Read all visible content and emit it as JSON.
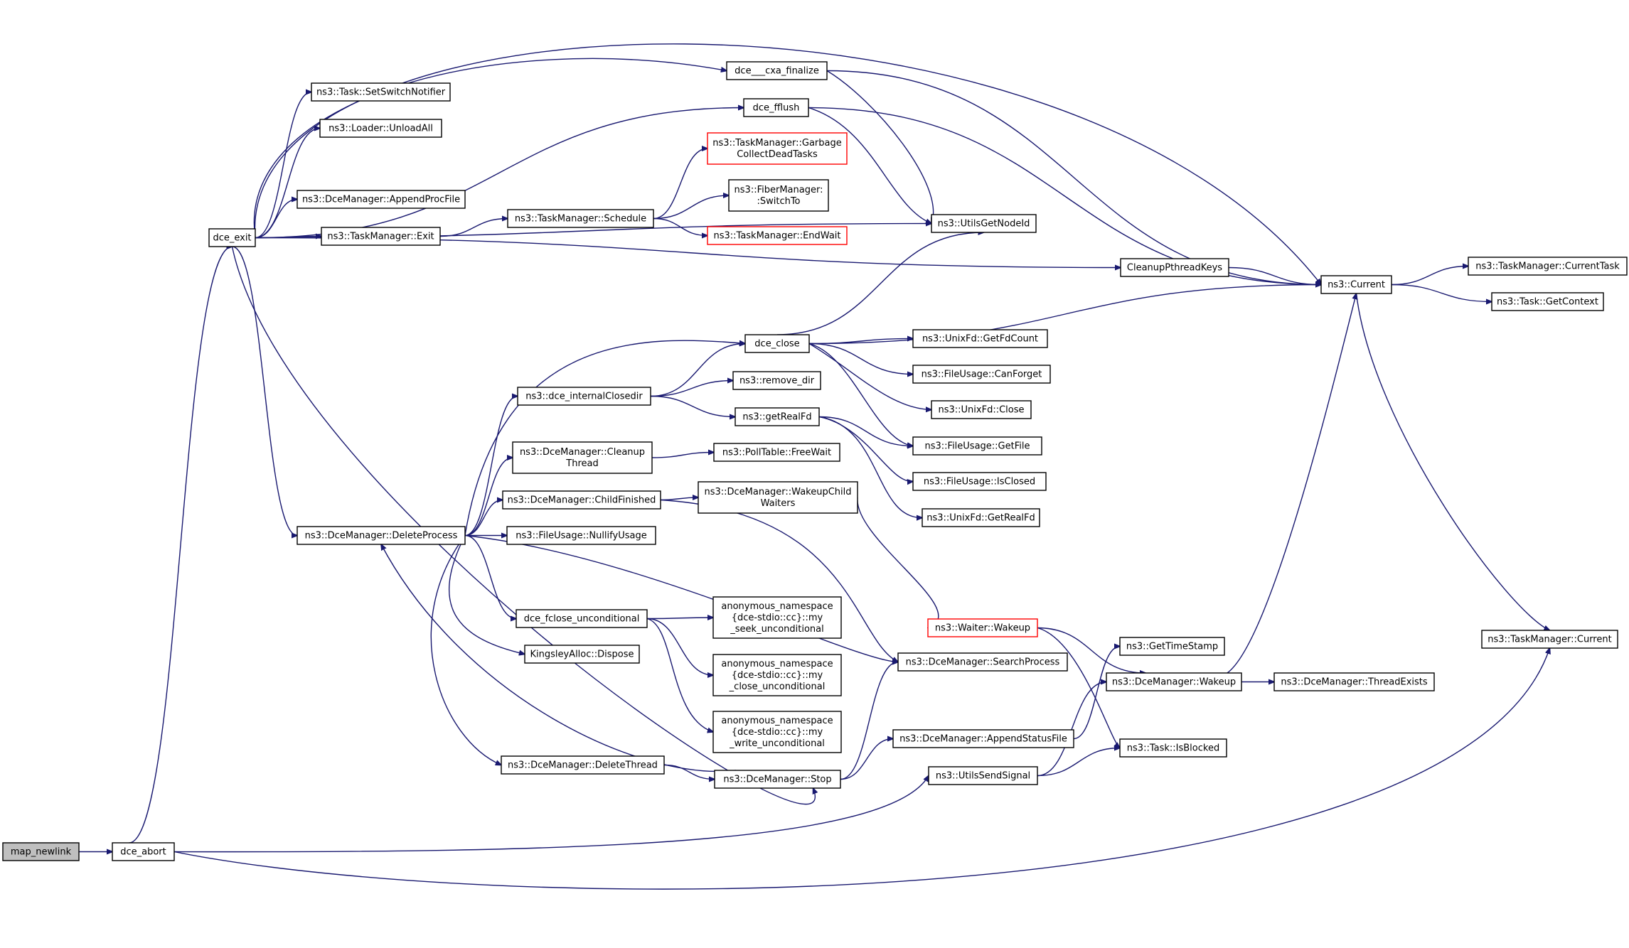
{
  "graph": {
    "nodes": [
      {
        "id": "map_newlink",
        "lines": [
          "map_newlink"
        ],
        "style": "root"
      },
      {
        "id": "dce_abort",
        "lines": [
          "dce_abort"
        ]
      },
      {
        "id": "dce_exit",
        "lines": [
          "dce_exit"
        ]
      },
      {
        "id": "cxa_finalize",
        "lines": [
          "dce___cxa_finalize"
        ]
      },
      {
        "id": "fflush",
        "lines": [
          "dce_fflush"
        ]
      },
      {
        "id": "set_switch",
        "lines": [
          "ns3::Task::SetSwitchNotifier"
        ]
      },
      {
        "id": "unload_all",
        "lines": [
          "ns3::Loader::UnloadAll"
        ]
      },
      {
        "id": "append_proc",
        "lines": [
          "ns3::DceManager::AppendProcFile"
        ]
      },
      {
        "id": "tm_exit",
        "lines": [
          "ns3::TaskManager::Exit"
        ]
      },
      {
        "id": "schedule",
        "lines": [
          "ns3::TaskManager::Schedule"
        ]
      },
      {
        "id": "gc_dead",
        "lines": [
          "ns3::TaskManager::Garbage",
          "CollectDeadTasks"
        ],
        "style": "red"
      },
      {
        "id": "switch_to",
        "lines": [
          "ns3::FiberManager:",
          ":SwitchTo"
        ]
      },
      {
        "id": "end_wait",
        "lines": [
          "ns3::TaskManager::EndWait"
        ],
        "style": "red"
      },
      {
        "id": "utils_node",
        "lines": [
          "ns3::UtilsGetNodeId"
        ]
      },
      {
        "id": "cleanup_keys",
        "lines": [
          "CleanupPthreadKeys"
        ]
      },
      {
        "id": "current",
        "lines": [
          "ns3::Current"
        ]
      },
      {
        "id": "current_task",
        "lines": [
          "ns3::TaskManager::CurrentTask"
        ]
      },
      {
        "id": "get_context",
        "lines": [
          "ns3::Task::GetContext"
        ]
      },
      {
        "id": "tm_current",
        "lines": [
          "ns3::TaskManager::Current"
        ]
      },
      {
        "id": "dce_close",
        "lines": [
          "dce_close"
        ]
      },
      {
        "id": "get_fd_count",
        "lines": [
          "ns3::UnixFd::GetFdCount"
        ]
      },
      {
        "id": "can_forget",
        "lines": [
          "ns3::FileUsage::CanForget"
        ]
      },
      {
        "id": "unix_close",
        "lines": [
          "ns3::UnixFd::Close"
        ]
      },
      {
        "id": "get_file",
        "lines": [
          "ns3::FileUsage::GetFile"
        ]
      },
      {
        "id": "is_closed",
        "lines": [
          "ns3::FileUsage::IsClosed"
        ]
      },
      {
        "id": "get_real_fd",
        "lines": [
          "ns3::UnixFd::GetRealFd"
        ]
      },
      {
        "id": "internal_closedir",
        "lines": [
          "ns3::dce_internalClosedir"
        ]
      },
      {
        "id": "remove_dir",
        "lines": [
          "ns3::remove_dir"
        ]
      },
      {
        "id": "get_realfd",
        "lines": [
          "ns3::getRealFd"
        ]
      },
      {
        "id": "cleanup_thread",
        "lines": [
          "ns3::DceManager::Cleanup",
          "Thread"
        ]
      },
      {
        "id": "free_wait",
        "lines": [
          "ns3::PollTable::FreeWait"
        ]
      },
      {
        "id": "child_finished",
        "lines": [
          "ns3::DceManager::ChildFinished"
        ]
      },
      {
        "id": "wakeup_child",
        "lines": [
          "ns3::DceManager::WakeupChild",
          "Waiters"
        ]
      },
      {
        "id": "delete_process",
        "lines": [
          "ns3::DceManager::DeleteProcess"
        ]
      },
      {
        "id": "nullify",
        "lines": [
          "ns3::FileUsage::NullifyUsage"
        ]
      },
      {
        "id": "fclose_uncond",
        "lines": [
          "dce_fclose_unconditional"
        ]
      },
      {
        "id": "seek_uncond",
        "lines": [
          "anonymous_namespace",
          "{dce-stdio::cc}::my",
          "_seek_unconditional"
        ]
      },
      {
        "id": "close_uncond",
        "lines": [
          "anonymous_namespace",
          "{dce-stdio::cc}::my",
          "_close_unconditional"
        ]
      },
      {
        "id": "write_uncond",
        "lines": [
          "anonymous_namespace",
          "{dce-stdio::cc}::my",
          "_write_unconditional"
        ]
      },
      {
        "id": "kingsley",
        "lines": [
          "KingsleyAlloc::Dispose"
        ]
      },
      {
        "id": "waiter_wakeup",
        "lines": [
          "ns3::Waiter::Wakeup"
        ],
        "style": "red"
      },
      {
        "id": "search_process",
        "lines": [
          "ns3::DceManager::SearchProcess"
        ]
      },
      {
        "id": "get_timestamp",
        "lines": [
          "ns3::GetTimeStamp"
        ]
      },
      {
        "id": "dm_wakeup",
        "lines": [
          "ns3::DceManager::Wakeup"
        ]
      },
      {
        "id": "thread_exists",
        "lines": [
          "ns3::DceManager::ThreadExists"
        ]
      },
      {
        "id": "append_status",
        "lines": [
          "ns3::DceManager::AppendStatusFile"
        ]
      },
      {
        "id": "is_blocked",
        "lines": [
          "ns3::Task::IsBlocked"
        ]
      },
      {
        "id": "delete_thread",
        "lines": [
          "ns3::DceManager::DeleteThread"
        ]
      },
      {
        "id": "dm_stop",
        "lines": [
          "ns3::DceManager::Stop"
        ]
      },
      {
        "id": "send_signal",
        "lines": [
          "ns3::UtilsSendSignal"
        ]
      }
    ],
    "edges": [
      [
        "map_newlink",
        "dce_abort"
      ],
      [
        "dce_abort",
        "dce_exit"
      ],
      [
        "dce_abort",
        "send_signal"
      ],
      [
        "dce_abort",
        "tm_current"
      ],
      [
        "dce_exit",
        "cxa_finalize"
      ],
      [
        "dce_exit",
        "fflush"
      ],
      [
        "dce_exit",
        "set_switch"
      ],
      [
        "dce_exit",
        "unload_all"
      ],
      [
        "dce_exit",
        "append_proc"
      ],
      [
        "dce_exit",
        "tm_exit"
      ],
      [
        "dce_exit",
        "utils_node"
      ],
      [
        "dce_exit",
        "cleanup_keys"
      ],
      [
        "dce_exit",
        "current"
      ],
      [
        "dce_exit",
        "delete_process"
      ],
      [
        "dce_exit",
        "dm_stop"
      ],
      [
        "dce_exit",
        "current"
      ],
      [
        "cxa_finalize",
        "utils_node"
      ],
      [
        "cxa_finalize",
        "current"
      ],
      [
        "fflush",
        "utils_node"
      ],
      [
        "fflush",
        "current"
      ],
      [
        "tm_exit",
        "schedule"
      ],
      [
        "schedule",
        "gc_dead"
      ],
      [
        "schedule",
        "switch_to"
      ],
      [
        "schedule",
        "end_wait"
      ],
      [
        "cleanup_keys",
        "current"
      ],
      [
        "current",
        "current_task"
      ],
      [
        "current",
        "get_context"
      ],
      [
        "current",
        "tm_current"
      ],
      [
        "dce_close",
        "utils_node"
      ],
      [
        "dce_close",
        "current"
      ],
      [
        "dce_close",
        "get_fd_count"
      ],
      [
        "dce_close",
        "can_forget"
      ],
      [
        "dce_close",
        "unix_close"
      ],
      [
        "dce_close",
        "get_file"
      ],
      [
        "internal_closedir",
        "dce_close"
      ],
      [
        "internal_closedir",
        "remove_dir"
      ],
      [
        "internal_closedir",
        "get_realfd"
      ],
      [
        "get_realfd",
        "get_file"
      ],
      [
        "get_realfd",
        "is_closed"
      ],
      [
        "get_realfd",
        "get_real_fd"
      ],
      [
        "cleanup_thread",
        "free_wait"
      ],
      [
        "child_finished",
        "wakeup_child"
      ],
      [
        "child_finished",
        "search_process"
      ],
      [
        "wakeup_child",
        "waiter_wakeup"
      ],
      [
        "delete_process",
        "dce_close"
      ],
      [
        "delete_process",
        "internal_closedir"
      ],
      [
        "delete_process",
        "cleanup_thread"
      ],
      [
        "delete_process",
        "child_finished"
      ],
      [
        "delete_process",
        "nullify"
      ],
      [
        "delete_process",
        "fclose_uncond"
      ],
      [
        "delete_process",
        "kingsley"
      ],
      [
        "delete_process",
        "delete_thread"
      ],
      [
        "delete_process",
        "search_process"
      ],
      [
        "fclose_uncond",
        "seek_uncond"
      ],
      [
        "fclose_uncond",
        "close_uncond"
      ],
      [
        "fclose_uncond",
        "write_uncond"
      ],
      [
        "waiter_wakeup",
        "dm_wakeup"
      ],
      [
        "waiter_wakeup",
        "is_blocked"
      ],
      [
        "dm_wakeup",
        "current"
      ],
      [
        "dm_wakeup",
        "thread_exists"
      ],
      [
        "append_status",
        "get_timestamp"
      ],
      [
        "delete_thread",
        "dm_stop"
      ],
      [
        "dm_stop",
        "delete_process"
      ],
      [
        "dm_stop",
        "search_process"
      ],
      [
        "dm_stop",
        "append_status"
      ],
      [
        "send_signal",
        "dm_wakeup"
      ],
      [
        "send_signal",
        "is_blocked"
      ]
    ]
  }
}
